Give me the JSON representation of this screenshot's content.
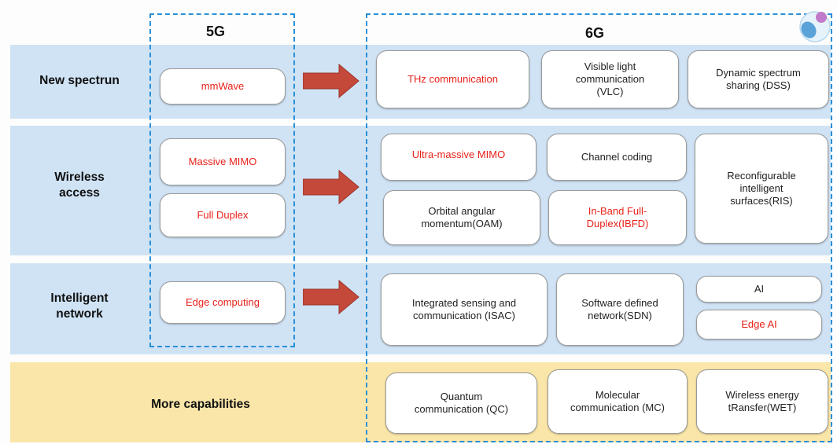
{
  "headers": {
    "col5g": "5G",
    "col6g": "6G"
  },
  "rows": {
    "spectrum": {
      "label": "New spectrun"
    },
    "access": {
      "label_line1": "Wireless",
      "label_line2": "access"
    },
    "network": {
      "label_line1": "Intelligent",
      "label_line2": "network"
    },
    "capabilities": {
      "label": "More capabilities"
    }
  },
  "g5": {
    "mmwave": "mmWave",
    "massive_mimo": "Massive MIMO",
    "full_duplex": "Full Duplex",
    "edge_computing": "Edge computing"
  },
  "g6": {
    "thz": "THz communication",
    "vlc": [
      "Visible light",
      "communication",
      "(VLC)"
    ],
    "dss": [
      "Dynamic spectrum",
      "sharing (DSS)"
    ],
    "um_mimo": "Ultra-massive MIMO",
    "channel_coding": "Channel coding",
    "ris": [
      "Reconfigurable",
      "intelligent",
      "surfaces(RIS)"
    ],
    "oam": [
      "Orbital angular",
      "momentum(OAM)"
    ],
    "ibfd": [
      "In-Band Full-",
      "Duplex(IBFD)"
    ],
    "isac": [
      "Integrated sensing and",
      "communication (ISAC)"
    ],
    "sdn": [
      "Software defined",
      "network(SDN)"
    ],
    "ai": "AI",
    "edge_ai": "Edge AI",
    "qc": [
      "Quantum",
      "communication (QC)"
    ],
    "mc": [
      "Molecular",
      "communication (MC)"
    ],
    "wet": [
      "Wireless energy",
      "tRansfer(WET)"
    ]
  },
  "colors": {
    "band_blue": "#cfe3f5",
    "band_yellow": "#fae6a8",
    "highlight_text": "#e8221b",
    "arrow": "#c5493b",
    "dashed_border": "#2a8fd6"
  }
}
